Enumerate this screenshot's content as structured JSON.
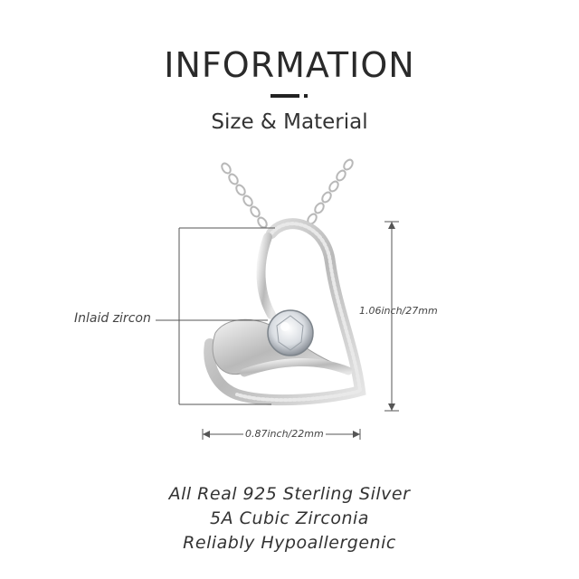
{
  "header": {
    "title": "INFORMATION",
    "subtitle": "Size & Material"
  },
  "dimensions": {
    "zircon_label": "Inlaid zircon",
    "height_label": "1.06inch/27mm",
    "width_label": "0.87inch/22mm"
  },
  "features": [
    "All Real 925 Sterling Silver",
    "5A Cubic Zirconia",
    "Reliably Hypoallergenic"
  ],
  "colors": {
    "text": "#2b2b2b",
    "line": "#555555",
    "silver": "#c8c8c8"
  }
}
